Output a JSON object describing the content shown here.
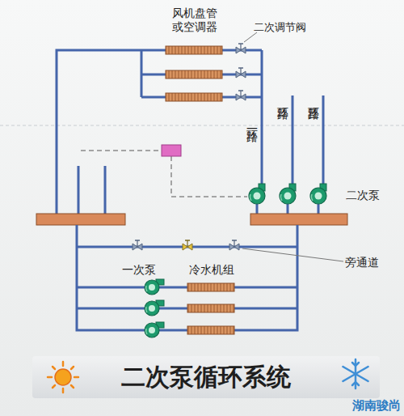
{
  "diagram": {
    "title": "二次泵循环系统",
    "labels": [
      "风机盘管 或空调器",
      "二次调节阀",
      "环路一",
      "环路二",
      "环路三",
      "二次泵",
      "旁通道",
      "一次泵",
      "冷水机组",
      "湖南骏尚"
    ]
  }
}
